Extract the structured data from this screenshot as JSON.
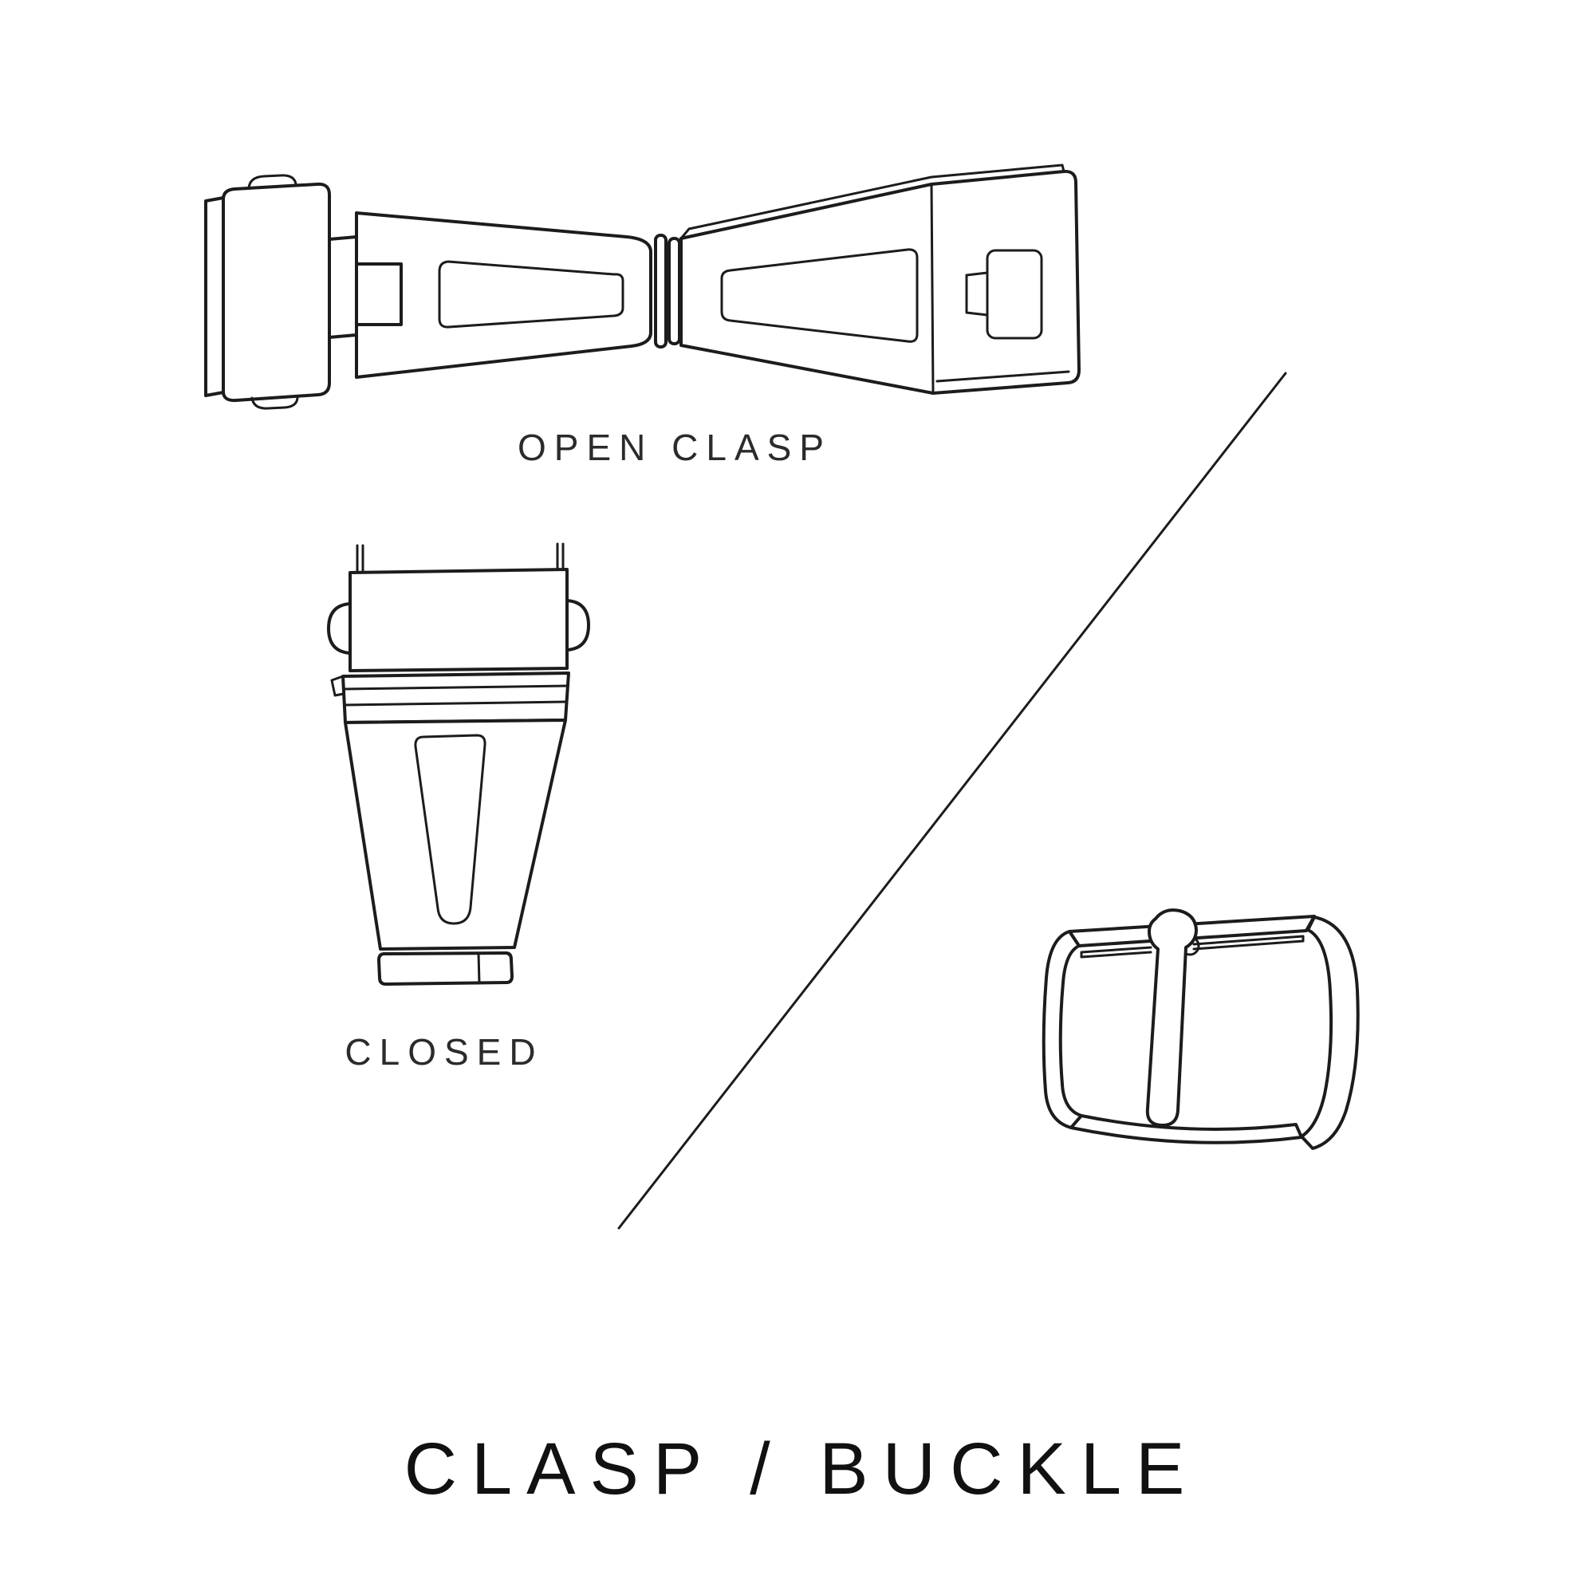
{
  "page": {
    "background": "#ffffff"
  },
  "colors": {
    "line": "#1c1c1c",
    "text": "#2b2b2b"
  },
  "diagram": {
    "open_clasp_label": "OPEN CLASP",
    "closed_label": "CLOSED"
  },
  "illustrations": {
    "open_clasp": "open-clasp-illustration",
    "closed_clasp": "closed-clasp-illustration",
    "buckle": "buckle-illustration",
    "divider": "diagonal-divider-line"
  },
  "title": {
    "text": "CLASP / BUCKLE"
  }
}
